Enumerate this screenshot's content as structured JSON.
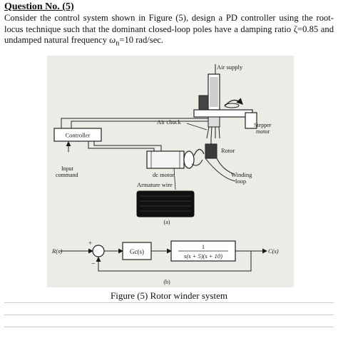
{
  "question": {
    "title": "Question No. (5)",
    "line1": "Consider the control system shown in Figure (5), design a PD controller using the root-",
    "line2": "locus technique such that the dominant closed-loop poles have a damping ratio ζ=0.85 and",
    "line3_prefix": "undamped natural frequency ",
    "omega": "ω",
    "omega_sub": "n",
    "line3_suffix": "=10 rad/sec."
  },
  "figure_a": {
    "air_supply": "Air supply",
    "air_chuck": "Air chuck",
    "stepper_motor_1": "Stepper",
    "stepper_motor_2": "motor",
    "controller": "Controller",
    "rotor": "Rotor",
    "input_command_1": "Input",
    "input_command_2": "command",
    "dc_motor": "dc motor",
    "winding_loop_1": "Winding",
    "winding_loop_2": "loop",
    "armature_wire": "Armature wire",
    "sub_label": "(a)"
  },
  "figure_b": {
    "input": "R(s)",
    "plus": "+",
    "minus": "−",
    "controller_block": "Gc(s)",
    "plant_numerator": "1",
    "plant_denominator": "s(s + 5)(s + 10)",
    "output": "C(s)",
    "sub_label": "(b)"
  },
  "caption": "Figure (5)  Rotor winder system"
}
